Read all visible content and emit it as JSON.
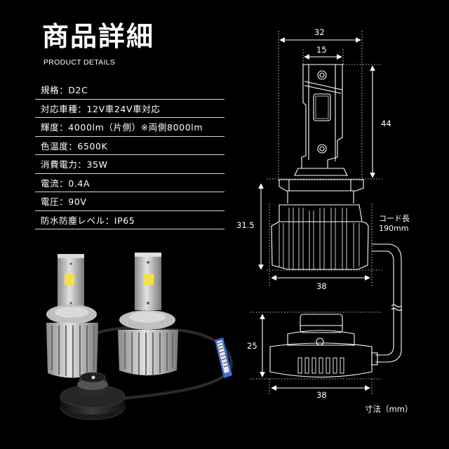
{
  "header": {
    "title": "商品詳細",
    "subtitle": "PRODUCT DETAILS"
  },
  "specs": [
    {
      "label": "規格",
      "value": "D2C",
      "text": "規格：D2C"
    },
    {
      "label": "対応車種",
      "value": "12V車24V車対応",
      "text": "対応車種：12V車24V車対応"
    },
    {
      "label": "輝度",
      "value": "4000lm（片側）※両側8000lm",
      "text": "輝度：4000lm（片側）※両側8000lm"
    },
    {
      "label": "色温度",
      "value": "6500K",
      "text": "色温度：6500K"
    },
    {
      "label": "消費電力",
      "value": "35W",
      "text": "消費電力：35W"
    },
    {
      "label": "電流",
      "value": "0.4A",
      "text": "電流：0.4A"
    },
    {
      "label": "電圧",
      "value": "90V",
      "text": "電圧：90V"
    },
    {
      "label": "防水防塵レベル",
      "value": "IP65",
      "text": "防水防塵レベル：IP65"
    }
  ],
  "diagram": {
    "bulb_width": "32",
    "chip_width": "15",
    "led_height": "44",
    "base_height": "31.5",
    "base_width": "38",
    "cord_label": "コード長",
    "cord_length": "190mm",
    "ballast_height": "25",
    "ballast_width": "38",
    "unit_note": "寸法（mm）"
  },
  "photo": {
    "description": "2x LED headlight bulbs with heatsink fins and D2C connector adapter",
    "chip_color": "#f4e04a",
    "body_color": "#c9c9c9",
    "label_color": "#3e6fd1"
  }
}
